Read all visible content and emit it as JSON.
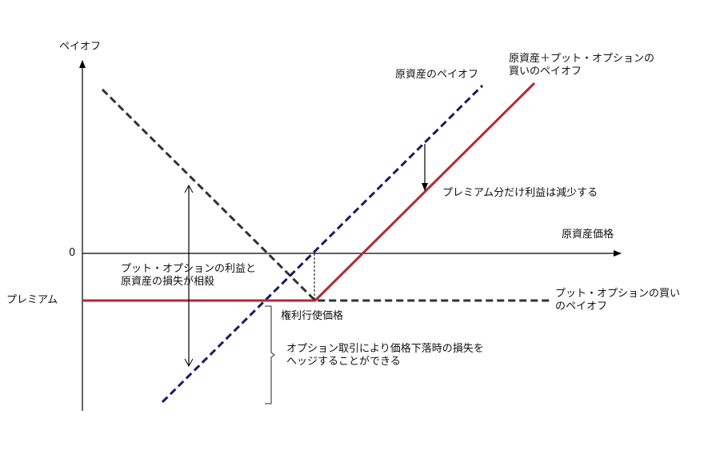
{
  "diagram": {
    "axes": {
      "y_label": "ペイオフ",
      "x_label": "原資産価格",
      "zero_label": "0",
      "premium_label": "プレミアム"
    },
    "lines": {
      "underlying": {
        "label": "原資産のペイオフ",
        "color": "#1a1a6e",
        "style": "dashed"
      },
      "protective_put": {
        "label_line1": "原資産＋プット・オプションの",
        "label_line2": "買いのペイオフ",
        "color": "#b22a35",
        "style": "solid"
      },
      "long_put": {
        "label_line1": "プット・オプションの買い",
        "label_line2": "のペイオフ",
        "color": "#333333",
        "style": "dashed"
      }
    },
    "annotations": {
      "premium_reduction": "プレミアム分だけ利益は減少する",
      "offset_line1": "プット・オプションの利益と",
      "offset_line2": "原資産の損失が相殺",
      "strike": "権利行使価格",
      "hedge_line1": "オプション取引により価格下落時の損失を",
      "hedge_line2": "ヘッジすることができる"
    }
  }
}
